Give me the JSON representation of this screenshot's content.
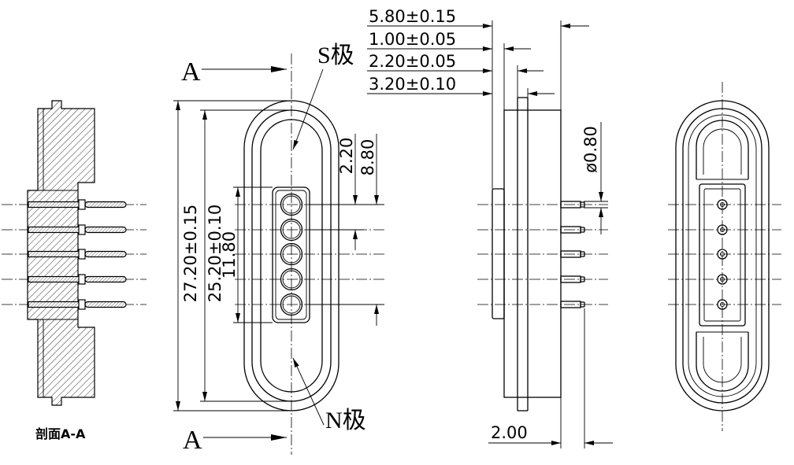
{
  "colors": {
    "line": "#000000",
    "background": "#ffffff"
  },
  "section_view": {
    "label": "剖面A-A"
  },
  "section_marks": {
    "top": "A",
    "bottom": "A"
  },
  "poles": {
    "south": "S极",
    "north": "N极"
  },
  "dimensions": {
    "overall_depth": "5.80±0.15",
    "depth_1": "1.00±0.05",
    "depth_2": "2.20±0.05",
    "depth_3": "3.20±0.10",
    "overall_length": "27.20±0.15",
    "inner_length": "25.20±0.10",
    "pin_block_length": "11.80",
    "pin_pitch": "2.20",
    "pin_span": "8.80",
    "pin_diameter": "ø0.80",
    "pin_protrusion": "2.00"
  }
}
